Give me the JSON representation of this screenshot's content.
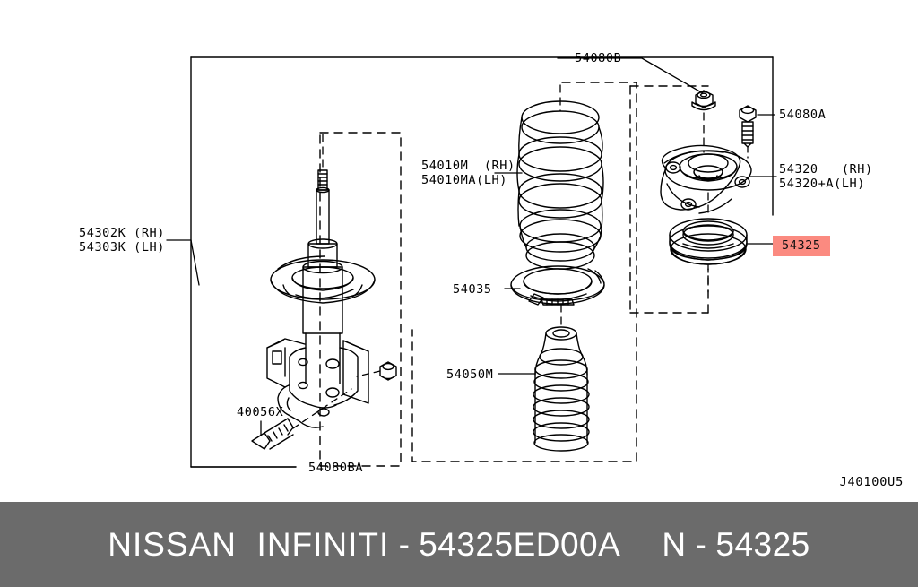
{
  "diagram": {
    "id_code": "J40100U5",
    "background": "#ffffff",
    "line_color": "#000000",
    "highlight_color": "#fb8a80",
    "labels": {
      "strut_rh": "54302K (RH)",
      "strut_lh": "54303K (LH)",
      "spring_rh": "54010M  (RH)",
      "spring_lh": "54010MA(LH)",
      "nut_top": "54080B",
      "bolt_top": "54080A",
      "mount_rh": "54320   (RH)",
      "mount_lh": "54320+A(LH)",
      "bearing": "54325",
      "seat": "54035",
      "boot": "54050M",
      "lower_bolt": "40056X",
      "lower_nut": "54080BA"
    }
  },
  "footer": {
    "brand": "NISSAN  INFINITI",
    "separator": "-",
    "part_number": "54325ED00A",
    "right_prefix": "N",
    "right_separator": "-",
    "right_number": "54325",
    "background": "#6b6b6b",
    "text_color": "#ffffff"
  }
}
